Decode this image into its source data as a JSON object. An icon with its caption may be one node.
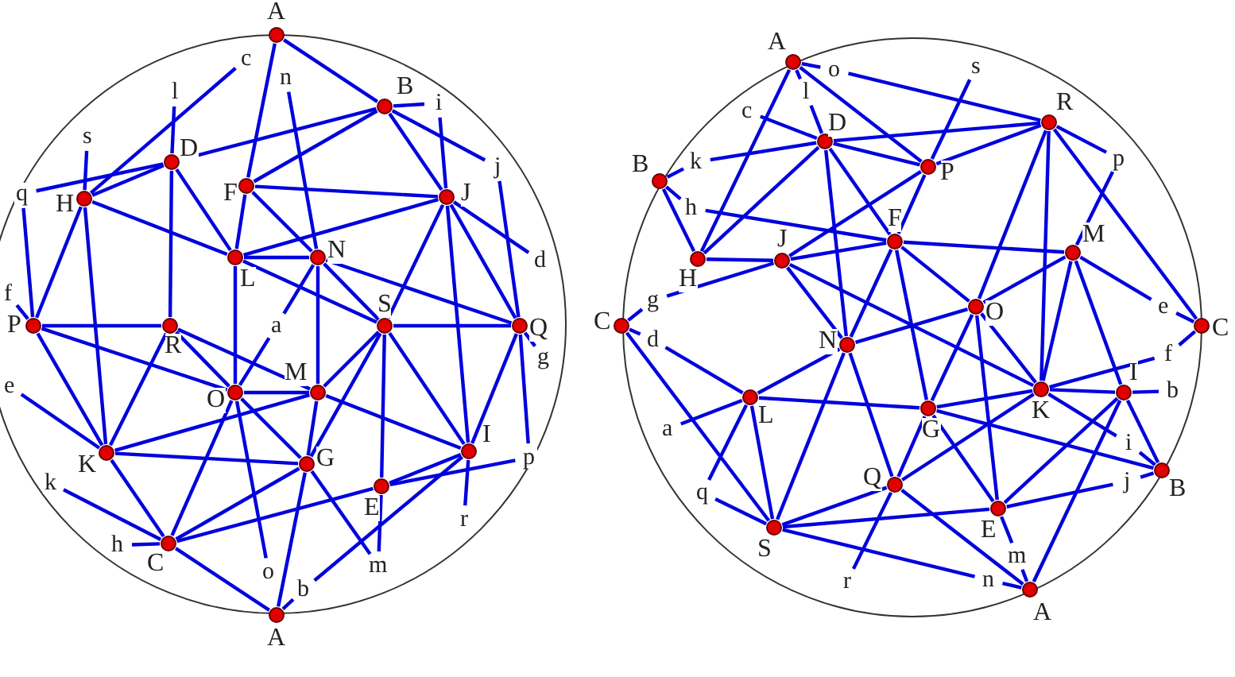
{
  "diagram": {
    "nodes": [
      {
        "text": [
          "A"
        ]
      },
      {
        "text": [
          "B"
        ]
      },
      {
        "text": [
          "D"
        ]
      },
      {
        "text": [
          "H"
        ]
      },
      {
        "text": [
          "F"
        ]
      },
      {
        "text": [
          "J"
        ]
      },
      {
        "text": [
          "L"
        ]
      },
      {
        "text": [
          "N"
        ]
      },
      {
        "text": [
          "P"
        ]
      },
      {
        "text": [
          "R"
        ]
      },
      {
        "text": [
          "S"
        ]
      },
      {
        "text": [
          "Q"
        ]
      },
      {
        "text": [
          "O"
        ]
      },
      {
        "text": [
          "M"
        ]
      },
      {
        "text": [
          "K"
        ]
      },
      {
        "text": [
          "G"
        ]
      },
      {
        "text": [
          "I"
        ]
      },
      {
        "text": [
          "E"
        ]
      },
      {
        "text": [
          "C"
        ]
      },
      {
        "text": [
          "A"
        ]
      },
      {
        "text": [
          "c"
        ]
      },
      {
        "text": [
          "n"
        ]
      },
      {
        "text": [
          "l"
        ]
      },
      {
        "text": [
          "s"
        ]
      },
      {
        "text": [
          "i"
        ]
      },
      {
        "text": [
          "j"
        ]
      },
      {
        "text": [
          "q"
        ]
      },
      {
        "text": [
          "d"
        ]
      },
      {
        "text": [
          "f"
        ]
      },
      {
        "text": [
          "a"
        ]
      },
      {
        "text": [
          "g"
        ]
      },
      {
        "text": [
          "e"
        ]
      },
      {
        "text": [
          "p"
        ]
      },
      {
        "text": [
          "k"
        ]
      },
      {
        "text": [
          "h"
        ]
      },
      {
        "text": [
          "r"
        ]
      },
      {
        "text": [
          "o"
        ]
      },
      {
        "text": [
          "b"
        ]
      },
      {
        "text": [
          "m"
        ]
      },
      {
        "text": [
          "A"
        ]
      },
      {
        "text": [
          "R"
        ]
      },
      {
        "text": [
          "D"
        ]
      },
      {
        "text": [
          "P"
        ]
      },
      {
        "text": [
          "B"
        ]
      },
      {
        "text": [
          "F"
        ]
      },
      {
        "text": [
          "M"
        ]
      },
      {
        "text": [
          "H"
        ]
      },
      {
        "text": [
          "J"
        ]
      },
      {
        "text": [
          "O"
        ]
      },
      {
        "text": [
          "C"
        ]
      },
      {
        "text": [
          "N"
        ]
      },
      {
        "text": [
          "C"
        ]
      },
      {
        "text": [
          "L"
        ]
      },
      {
        "text": [
          "K"
        ]
      },
      {
        "text": [
          "I"
        ]
      },
      {
        "text": [
          "G"
        ]
      },
      {
        "text": [
          "Q"
        ]
      },
      {
        "text": [
          "B"
        ]
      },
      {
        "text": [
          "E"
        ]
      },
      {
        "text": [
          "S"
        ]
      },
      {
        "text": [
          "A"
        ]
      },
      {
        "text": [
          "o"
        ]
      },
      {
        "text": [
          "s"
        ]
      },
      {
        "text": [
          "l"
        ]
      },
      {
        "text": [
          "c"
        ]
      },
      {
        "text": [
          "p"
        ]
      },
      {
        "text": [
          "k"
        ]
      },
      {
        "text": [
          "h"
        ]
      },
      {
        "text": [
          "e"
        ]
      },
      {
        "text": [
          "g"
        ]
      },
      {
        "text": [
          "d"
        ]
      },
      {
        "text": [
          "f"
        ]
      },
      {
        "text": [
          "b"
        ]
      },
      {
        "text": [
          "a"
        ]
      },
      {
        "text": [
          "i"
        ]
      },
      {
        "text": [
          "j"
        ]
      },
      {
        "text": [
          "q"
        ]
      },
      {
        "text": [
          "m"
        ]
      },
      {
        "text": [
          "n"
        ]
      },
      {
        "text": [
          "r"
        ]
      }
    ],
    "edges": [
      {
        "from": 0,
        "to": 1,
        "arrow": "none"
      },
      {
        "from": 0,
        "to": 4,
        "arrow": "none"
      },
      {
        "from": 1,
        "to": 4,
        "arrow": "none"
      },
      {
        "from": 1,
        "to": 5,
        "arrow": "none"
      },
      {
        "from": 1,
        "to": 24,
        "arrow": "none"
      },
      {
        "from": 1,
        "to": 25,
        "arrow": "none"
      },
      {
        "from": 2,
        "to": 1,
        "arrow": "none"
      },
      {
        "from": 3,
        "to": 2,
        "arrow": "none"
      },
      {
        "from": 26,
        "to": 2,
        "arrow": "none"
      },
      {
        "from": 26,
        "to": 8,
        "arrow": "none"
      },
      {
        "from": 4,
        "to": 5,
        "arrow": "none"
      },
      {
        "from": 4,
        "to": 6,
        "arrow": "none"
      },
      {
        "from": 6,
        "to": 12,
        "arrow": "none"
      },
      {
        "from": 21,
        "to": 7,
        "arrow": "none"
      },
      {
        "from": 7,
        "to": 13,
        "arrow": "none"
      },
      {
        "from": 20,
        "to": 3,
        "arrow": "none"
      },
      {
        "from": 22,
        "to": 2,
        "arrow": "none"
      },
      {
        "from": 2,
        "to": 9,
        "arrow": "none"
      },
      {
        "from": 4,
        "to": 7,
        "arrow": "none"
      },
      {
        "from": 23,
        "to": 3,
        "arrow": "none"
      },
      {
        "from": 2,
        "to": 6,
        "arrow": "none"
      },
      {
        "from": 3,
        "to": 6,
        "arrow": "none"
      },
      {
        "from": 6,
        "to": 10,
        "arrow": "none"
      },
      {
        "from": 6,
        "to": 7,
        "arrow": "none"
      },
      {
        "from": 6,
        "to": 5,
        "arrow": "none"
      },
      {
        "from": 7,
        "to": 10,
        "arrow": "none"
      },
      {
        "from": 7,
        "to": 11,
        "arrow": "none"
      },
      {
        "from": 5,
        "to": 10,
        "arrow": "none"
      },
      {
        "from": 5,
        "to": 11,
        "arrow": "none"
      },
      {
        "from": 5,
        "to": 27,
        "arrow": "none"
      },
      {
        "from": 5,
        "to": 16,
        "arrow": "none"
      },
      {
        "from": 25,
        "to": 11,
        "arrow": "none"
      },
      {
        "from": 24,
        "to": 5,
        "arrow": "none"
      },
      {
        "from": 7,
        "to": 29,
        "arrow": "none"
      },
      {
        "from": 29,
        "to": 12,
        "arrow": "none"
      },
      {
        "from": 8,
        "to": 9,
        "arrow": "none"
      },
      {
        "from": 10,
        "to": 11,
        "arrow": "none"
      },
      {
        "from": 8,
        "to": 12,
        "arrow": "none"
      },
      {
        "from": 8,
        "to": 14,
        "arrow": "none"
      },
      {
        "from": 3,
        "to": 8,
        "arrow": "none"
      },
      {
        "from": 3,
        "to": 14,
        "arrow": "none"
      },
      {
        "from": 9,
        "to": 14,
        "arrow": "none"
      },
      {
        "from": 9,
        "to": 12,
        "arrow": "none"
      },
      {
        "from": 9,
        "to": 13,
        "arrow": "none"
      },
      {
        "from": 13,
        "to": 16,
        "arrow": "none"
      },
      {
        "from": 12,
        "to": 13,
        "arrow": "none"
      },
      {
        "from": 12,
        "to": 15,
        "arrow": "none"
      },
      {
        "from": 15,
        "to": 38,
        "arrow": "none"
      },
      {
        "from": 12,
        "to": 18,
        "arrow": "none"
      },
      {
        "from": 12,
        "to": 36,
        "arrow": "none"
      },
      {
        "from": 13,
        "to": 10,
        "arrow": "none"
      },
      {
        "from": 13,
        "to": 15,
        "arrow": "none"
      },
      {
        "from": 14,
        "to": 13,
        "arrow": "none"
      },
      {
        "from": 10,
        "to": 15,
        "arrow": "none"
      },
      {
        "from": 10,
        "to": 17,
        "arrow": "none"
      },
      {
        "from": 17,
        "to": 38,
        "arrow": "none"
      },
      {
        "from": 10,
        "to": 16,
        "arrow": "none"
      },
      {
        "from": 11,
        "to": 16,
        "arrow": "none"
      },
      {
        "from": 11,
        "to": 32,
        "arrow": "none"
      },
      {
        "from": 11,
        "to": 30,
        "arrow": "none"
      },
      {
        "from": 16,
        "to": 17,
        "arrow": "none"
      },
      {
        "from": 17,
        "to": 18,
        "arrow": "none"
      },
      {
        "from": 17,
        "to": 32,
        "arrow": "none"
      },
      {
        "from": 16,
        "to": 35,
        "arrow": "none"
      },
      {
        "from": 16,
        "to": 37,
        "arrow": "none"
      },
      {
        "from": 14,
        "to": 15,
        "arrow": "none"
      },
      {
        "from": 14,
        "to": 18,
        "arrow": "none"
      },
      {
        "from": 31,
        "to": 14,
        "arrow": "none"
      },
      {
        "from": 28,
        "to": 8,
        "arrow": "none"
      },
      {
        "from": 33,
        "to": 18,
        "arrow": "none"
      },
      {
        "from": 34,
        "to": 18,
        "arrow": "none"
      },
      {
        "from": 15,
        "to": 18,
        "arrow": "none"
      },
      {
        "from": 15,
        "to": 19,
        "arrow": "none"
      },
      {
        "from": 18,
        "to": 19,
        "arrow": "none"
      },
      {
        "from": 37,
        "to": 19,
        "arrow": "none"
      },
      {
        "from": 39,
        "to": 61,
        "arrow": "none"
      },
      {
        "from": 61,
        "to": 40,
        "arrow": "none"
      },
      {
        "from": 39,
        "to": 63,
        "arrow": "none"
      },
      {
        "from": 63,
        "to": 41,
        "arrow": "none"
      },
      {
        "from": 39,
        "to": 42,
        "arrow": "none"
      },
      {
        "from": 39,
        "to": 46,
        "arrow": "none"
      },
      {
        "from": 62,
        "to": 42,
        "arrow": "none"
      },
      {
        "from": 42,
        "to": 47,
        "arrow": "none"
      },
      {
        "from": 40,
        "to": 51,
        "arrow": "none"
      },
      {
        "from": 64,
        "to": 41,
        "arrow": "none"
      },
      {
        "from": 41,
        "to": 42,
        "arrow": "none"
      },
      {
        "from": 41,
        "to": 40,
        "arrow": "none"
      },
      {
        "from": 40,
        "to": 65,
        "arrow": "none"
      },
      {
        "from": 40,
        "to": 42,
        "arrow": "none"
      },
      {
        "from": 40,
        "to": 48,
        "arrow": "none"
      },
      {
        "from": 40,
        "to": 53,
        "arrow": "none"
      },
      {
        "from": 66,
        "to": 41,
        "arrow": "none"
      },
      {
        "from": 41,
        "to": 50,
        "arrow": "none"
      },
      {
        "from": 41,
        "to": 44,
        "arrow": "none"
      },
      {
        "from": 46,
        "to": 41,
        "arrow": "none"
      },
      {
        "from": 43,
        "to": 67,
        "arrow": "none"
      },
      {
        "from": 67,
        "to": 44,
        "arrow": "none"
      },
      {
        "from": 43,
        "to": 46,
        "arrow": "none"
      },
      {
        "from": 43,
        "to": 66,
        "arrow": "none"
      },
      {
        "from": 46,
        "to": 47,
        "arrow": "none"
      },
      {
        "from": 47,
        "to": 44,
        "arrow": "none"
      },
      {
        "from": 44,
        "to": 45,
        "arrow": "none"
      },
      {
        "from": 44,
        "to": 50,
        "arrow": "none"
      },
      {
        "from": 44,
        "to": 48,
        "arrow": "none"
      },
      {
        "from": 44,
        "to": 42,
        "arrow": "none"
      },
      {
        "from": 45,
        "to": 65,
        "arrow": "none"
      },
      {
        "from": 45,
        "to": 68,
        "arrow": "none"
      },
      {
        "from": 68,
        "to": 51,
        "arrow": "none"
      },
      {
        "from": 48,
        "to": 45,
        "arrow": "none"
      },
      {
        "from": 45,
        "to": 53,
        "arrow": "none"
      },
      {
        "from": 45,
        "to": 54,
        "arrow": "none"
      },
      {
        "from": 49,
        "to": 69,
        "arrow": "none"
      },
      {
        "from": 69,
        "to": 47,
        "arrow": "none"
      },
      {
        "from": 47,
        "to": 50,
        "arrow": "none"
      },
      {
        "from": 47,
        "to": 53,
        "arrow": "none"
      },
      {
        "from": 48,
        "to": 50,
        "arrow": "none"
      },
      {
        "from": 48,
        "to": 55,
        "arrow": "none"
      },
      {
        "from": 48,
        "to": 58,
        "arrow": "none"
      },
      {
        "from": 48,
        "to": 53,
        "arrow": "none"
      },
      {
        "from": 49,
        "to": 70,
        "arrow": "none"
      },
      {
        "from": 70,
        "to": 52,
        "arrow": "none"
      },
      {
        "from": 49,
        "to": 59,
        "arrow": "none"
      },
      {
        "from": 52,
        "to": 50,
        "arrow": "none"
      },
      {
        "from": 52,
        "to": 73,
        "arrow": "none"
      },
      {
        "from": 52,
        "to": 55,
        "arrow": "none"
      },
      {
        "from": 52,
        "to": 59,
        "arrow": "none"
      },
      {
        "from": 52,
        "to": 76,
        "arrow": "none"
      },
      {
        "from": 50,
        "to": 59,
        "arrow": "none"
      },
      {
        "from": 50,
        "to": 56,
        "arrow": "none"
      },
      {
        "from": 55,
        "to": 53,
        "arrow": "none"
      },
      {
        "from": 53,
        "to": 54,
        "arrow": "none"
      },
      {
        "from": 53,
        "to": 71,
        "arrow": "none"
      },
      {
        "from": 71,
        "to": 51,
        "arrow": "none"
      },
      {
        "from": 54,
        "to": 72,
        "arrow": "none"
      },
      {
        "from": 54,
        "to": 57,
        "arrow": "none"
      },
      {
        "from": 54,
        "to": 58,
        "arrow": "none"
      },
      {
        "from": 54,
        "to": 60,
        "arrow": "none"
      },
      {
        "from": 53,
        "to": 74,
        "arrow": "none"
      },
      {
        "from": 74,
        "to": 57,
        "arrow": "none"
      },
      {
        "from": 55,
        "to": 57,
        "arrow": "none"
      },
      {
        "from": 56,
        "to": 53,
        "arrow": "none"
      },
      {
        "from": 56,
        "to": 59,
        "arrow": "none"
      },
      {
        "from": 56,
        "to": 79,
        "arrow": "none"
      },
      {
        "from": 56,
        "to": 60,
        "arrow": "none"
      },
      {
        "from": 59,
        "to": 58,
        "arrow": "none"
      },
      {
        "from": 59,
        "to": 78,
        "arrow": "none"
      },
      {
        "from": 78,
        "to": 60,
        "arrow": "none"
      },
      {
        "from": 58,
        "to": 75,
        "arrow": "none"
      },
      {
        "from": 75,
        "to": 57,
        "arrow": "none"
      },
      {
        "from": 58,
        "to": 77,
        "arrow": "none"
      },
      {
        "from": 77,
        "to": 60,
        "arrow": "none"
      },
      {
        "from": 76,
        "to": 59,
        "arrow": "none"
      },
      {
        "from": 55,
        "to": 58,
        "arrow": "none"
      },
      {
        "from": 56,
        "to": 55,
        "arrow": "none"
      },
      {
        "from": 44,
        "to": 55,
        "arrow": "none"
      }
    ]
  }
}
